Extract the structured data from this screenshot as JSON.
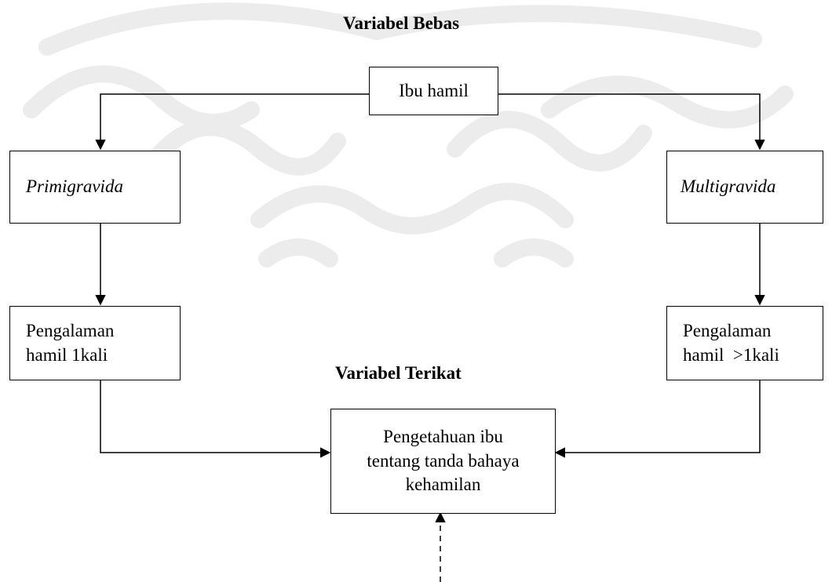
{
  "headings": {
    "independent": "Variabel Bebas",
    "dependent": "Variabel Terikat"
  },
  "nodes": {
    "root": "Ibu hamil",
    "primi": "Primigravida",
    "multi": "Multigravida",
    "exp_primi": "Pengalaman hamil 1kali",
    "exp_multi": "Pengalaman hamil  >1kali",
    "outcome": "Pengetahuan ibu tentang tanda bahaya kehamilan"
  },
  "colors": {
    "line": "#000000",
    "watermark": "#e8e8e8"
  }
}
